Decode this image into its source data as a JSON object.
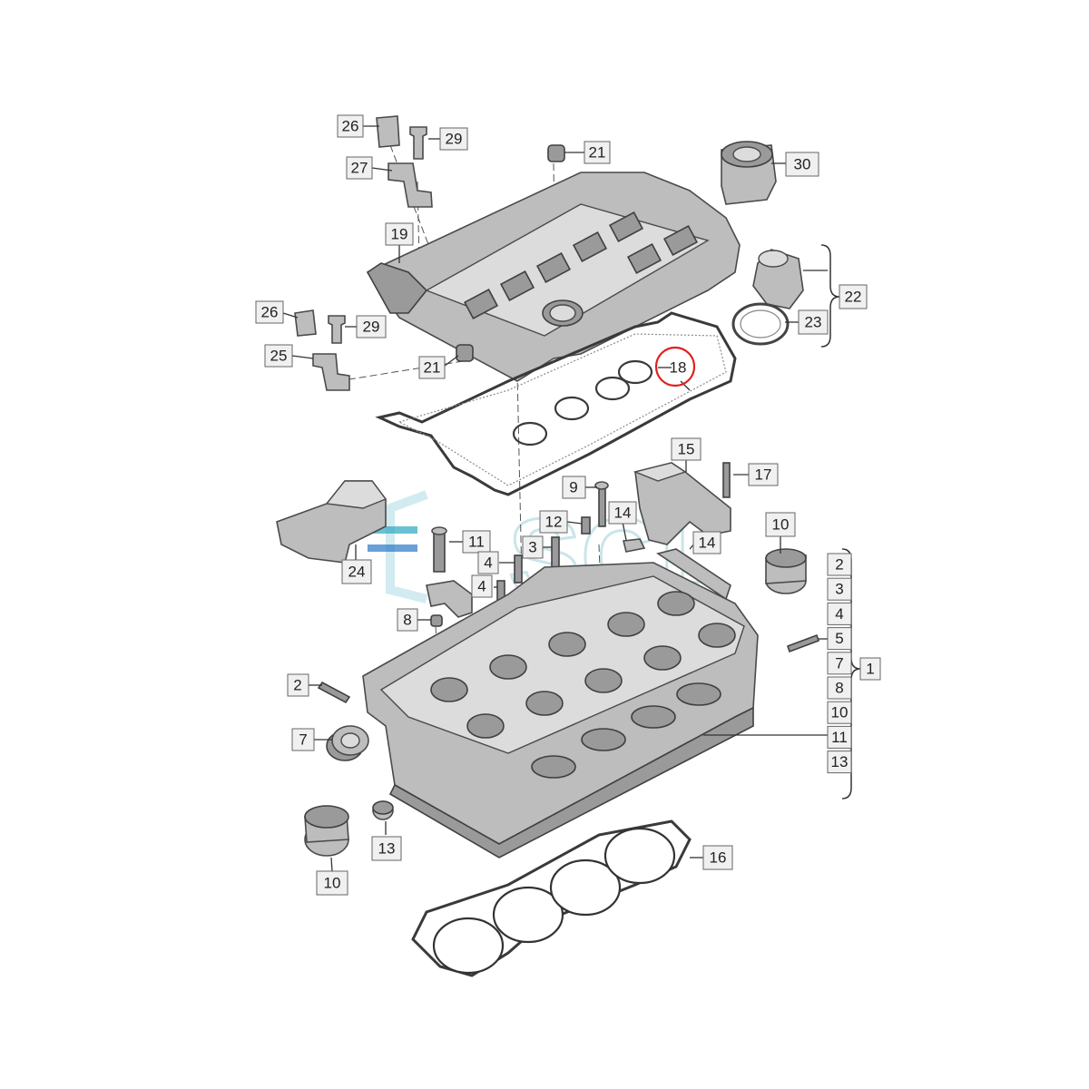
{
  "watermark": {
    "text": "SCL",
    "colors": [
      "#2aa6c0",
      "#2878c8"
    ]
  },
  "highlight_color": "#e0201e",
  "callouts": {
    "c26a": "26",
    "c29a": "29",
    "c27": "27",
    "c21a": "21",
    "c30": "30",
    "c19": "19",
    "c22": "22",
    "c26b": "26",
    "c29b": "29",
    "c23": "23",
    "c25": "25",
    "c21b": "21",
    "c18": "18",
    "c15": "15",
    "c17": "17",
    "c9": "9",
    "c11": "11",
    "c12": "12",
    "c14a": "14",
    "c14b": "14",
    "c10a": "10",
    "c3a": "3",
    "c4a": "4",
    "c4b": "4",
    "c24": "24",
    "c8": "8",
    "c2": "2",
    "c7": "7",
    "c5": "5",
    "c13": "13",
    "c10b": "10",
    "c16": "16",
    "c1": "1"
  },
  "group_list": [
    "2",
    "3",
    "4",
    "5",
    "7",
    "8",
    "10",
    "11",
    "13"
  ]
}
